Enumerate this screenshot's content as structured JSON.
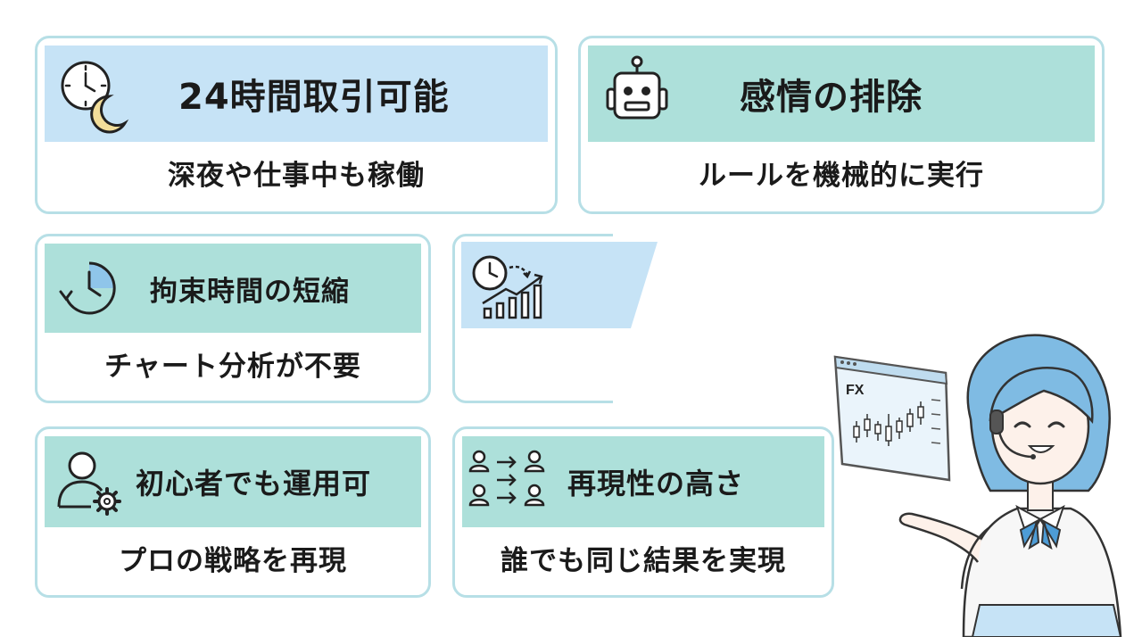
{
  "cards": [
    {
      "title": "24時間取引可能",
      "subtitle": "深夜や仕事中も稼働",
      "icon": "clock-moon-icon",
      "color": "#c6e3f6"
    },
    {
      "title": "感情の排除",
      "subtitle": "ルールを機械的に実行",
      "icon": "robot-icon",
      "color": "#ade0da"
    },
    {
      "title": "拘束時間の短縮",
      "subtitle": "チャート分析が不要",
      "icon": "clock-cycle-icon",
      "color": "#ade0da"
    },
    {
      "title": "",
      "subtitle": "",
      "icon": "clock-chart-icon",
      "color": "#c6e3f6"
    },
    {
      "title": "初心者でも運用可",
      "subtitle": "プロの戦略を再現",
      "icon": "user-gear-icon",
      "color": "#ade0da"
    },
    {
      "title": "再現性の高さ",
      "subtitle": "誰でも同じ結果を実現",
      "icon": "users-transfer-icon",
      "color": "#ade0da"
    }
  ],
  "mascot": {
    "screen_label": "FX",
    "icon": "operator-woman-illustration"
  },
  "colors": {
    "border": "#b7dfe6",
    "blue_band": "#c6e3f6",
    "teal_band": "#ade0da",
    "hair": "#7fbbe3",
    "ink": "#1a1a1a"
  }
}
